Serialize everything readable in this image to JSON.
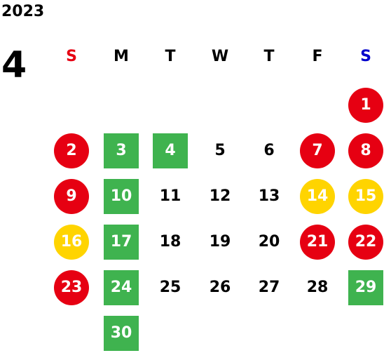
{
  "calendar": {
    "year": "2023",
    "month": "4",
    "weekdays": [
      {
        "label": "S",
        "color": "#e60012"
      },
      {
        "label": "M",
        "color": "#000000"
      },
      {
        "label": "T",
        "color": "#000000"
      },
      {
        "label": "W",
        "color": "#000000"
      },
      {
        "label": "T",
        "color": "#000000"
      },
      {
        "label": "F",
        "color": "#000000"
      },
      {
        "label": "S",
        "color": "#0000cc"
      }
    ],
    "colors": {
      "red": "#e60012",
      "yellow": "#ffd400",
      "green": "#3fb34f"
    },
    "days": [
      {
        "day": "1",
        "col": 6,
        "row": 0,
        "mark": "red"
      },
      {
        "day": "2",
        "col": 0,
        "row": 1,
        "mark": "red"
      },
      {
        "day": "3",
        "col": 1,
        "row": 1,
        "mark": "green"
      },
      {
        "day": "4",
        "col": 2,
        "row": 1,
        "mark": "green"
      },
      {
        "day": "5",
        "col": 3,
        "row": 1,
        "mark": "none"
      },
      {
        "day": "6",
        "col": 4,
        "row": 1,
        "mark": "none"
      },
      {
        "day": "7",
        "col": 5,
        "row": 1,
        "mark": "red"
      },
      {
        "day": "8",
        "col": 6,
        "row": 1,
        "mark": "red"
      },
      {
        "day": "9",
        "col": 0,
        "row": 2,
        "mark": "red"
      },
      {
        "day": "10",
        "col": 1,
        "row": 2,
        "mark": "green"
      },
      {
        "day": "11",
        "col": 2,
        "row": 2,
        "mark": "none"
      },
      {
        "day": "12",
        "col": 3,
        "row": 2,
        "mark": "none"
      },
      {
        "day": "13",
        "col": 4,
        "row": 2,
        "mark": "none"
      },
      {
        "day": "14",
        "col": 5,
        "row": 2,
        "mark": "yellow"
      },
      {
        "day": "15",
        "col": 6,
        "row": 2,
        "mark": "yellow"
      },
      {
        "day": "16",
        "col": 0,
        "row": 3,
        "mark": "yellow"
      },
      {
        "day": "17",
        "col": 1,
        "row": 3,
        "mark": "green"
      },
      {
        "day": "18",
        "col": 2,
        "row": 3,
        "mark": "none"
      },
      {
        "day": "19",
        "col": 3,
        "row": 3,
        "mark": "none"
      },
      {
        "day": "20",
        "col": 4,
        "row": 3,
        "mark": "none"
      },
      {
        "day": "21",
        "col": 5,
        "row": 3,
        "mark": "red"
      },
      {
        "day": "22",
        "col": 6,
        "row": 3,
        "mark": "red"
      },
      {
        "day": "23",
        "col": 0,
        "row": 4,
        "mark": "red"
      },
      {
        "day": "24",
        "col": 1,
        "row": 4,
        "mark": "green"
      },
      {
        "day": "25",
        "col": 2,
        "row": 4,
        "mark": "none"
      },
      {
        "day": "26",
        "col": 3,
        "row": 4,
        "mark": "none"
      },
      {
        "day": "27",
        "col": 4,
        "row": 4,
        "mark": "none"
      },
      {
        "day": "28",
        "col": 5,
        "row": 4,
        "mark": "none"
      },
      {
        "day": "29",
        "col": 6,
        "row": 4,
        "mark": "green"
      },
      {
        "day": "30",
        "col": 1,
        "row": 5,
        "mark": "green"
      }
    ]
  }
}
